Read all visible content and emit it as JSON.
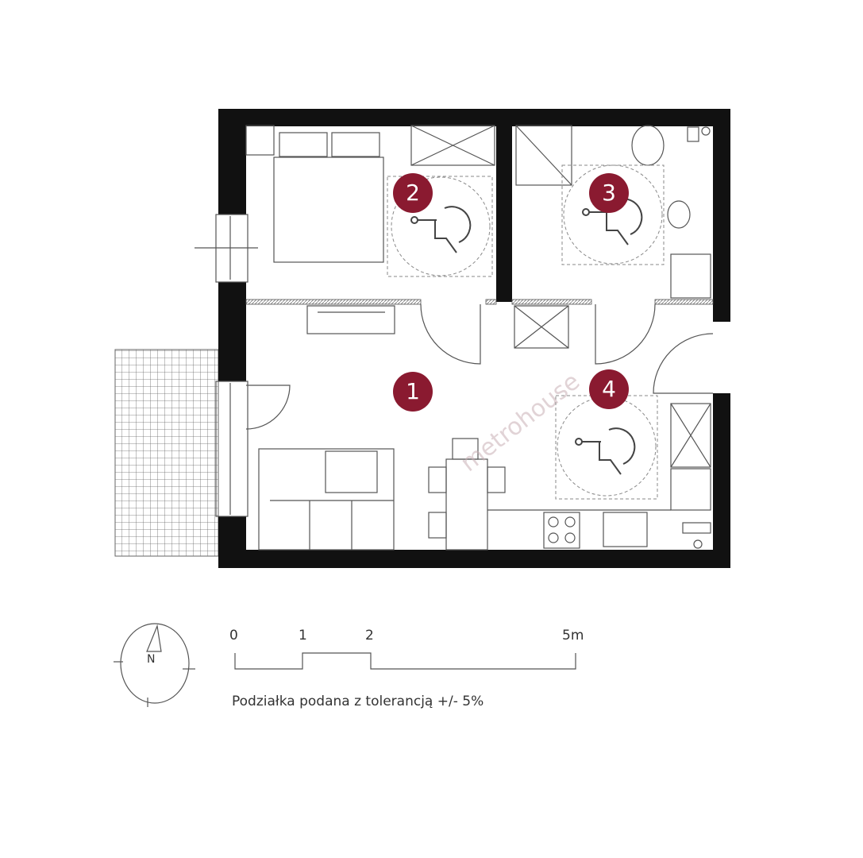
{
  "rooms": [
    {
      "number": "1"
    },
    {
      "number": "2"
    },
    {
      "number": "3"
    },
    {
      "number": "4"
    }
  ],
  "watermark": "metrohouse",
  "compass": {
    "north_label": "N"
  },
  "scale_bar": {
    "ticks": [
      "0",
      "1",
      "2",
      "5m"
    ],
    "note": "Podziałka podana z tolerancją +/- 5%"
  },
  "colors": {
    "marker": "#8a1a30",
    "wall": "#111111",
    "line": "#555555"
  }
}
